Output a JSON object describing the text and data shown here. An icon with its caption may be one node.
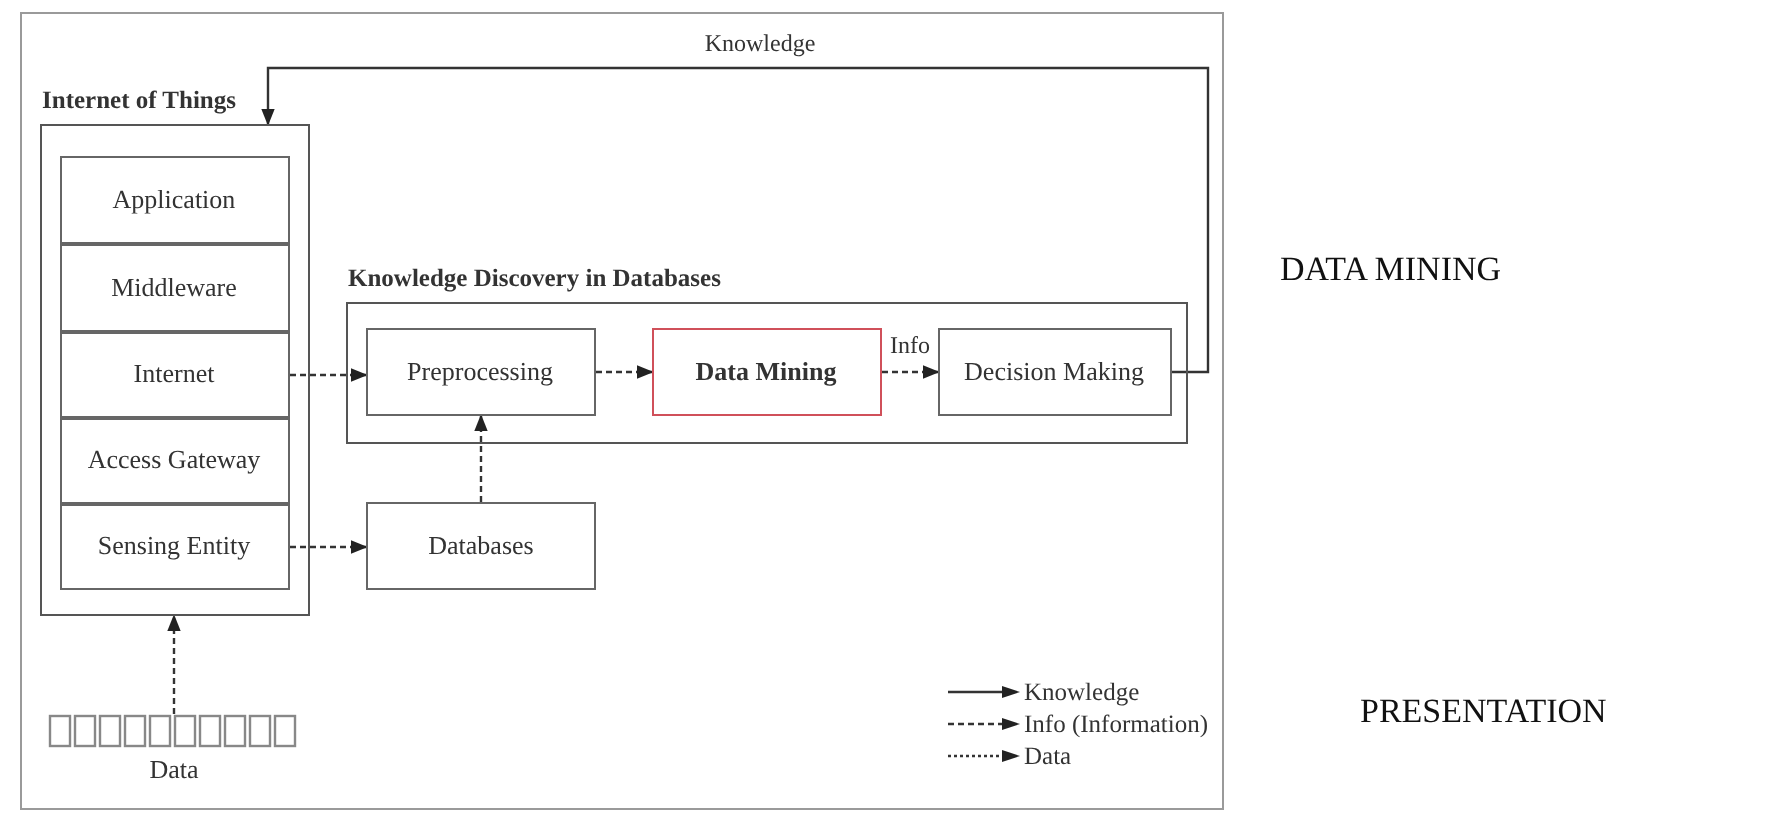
{
  "diagram": {
    "nodes": [
      {
        "text": [
          "Internet of Things"
        ]
      },
      {
        "text": [
          "Application"
        ],
        "in": 0
      },
      {
        "text": [
          "Middleware"
        ],
        "in": 0
      },
      {
        "text": [
          "Internet"
        ],
        "in": 0
      },
      {
        "text": [
          "Access Gateway"
        ],
        "in": 0
      },
      {
        "text": [
          "Sensing Entity"
        ],
        "in": 0
      },
      {
        "text": [
          "Knowledge Discovery in Databases"
        ]
      },
      {
        "text": [
          "Preprocessing"
        ],
        "in": 6
      },
      {
        "text": [
          "Data Mining"
        ],
        "in": 6
      },
      {
        "text": [
          "Decision Making"
        ],
        "in": 6
      },
      {
        "text": [
          "Databases"
        ]
      },
      {
        "text": [
          "Data"
        ]
      }
    ],
    "edges": [
      {
        "from": 9,
        "to": 0,
        "arrow": "to",
        "label": "Knowledge"
      },
      {
        "from": 3,
        "to": 7,
        "arrow": "to",
        "style": "dashed"
      },
      {
        "from": 7,
        "to": 8,
        "arrow": "to",
        "style": "dashed"
      },
      {
        "from": 8,
        "to": 9,
        "arrow": "to",
        "style": "dashed",
        "label": "Info"
      },
      {
        "from": 5,
        "to": 10,
        "arrow": "to",
        "style": "dashed"
      },
      {
        "from": 10,
        "to": 7,
        "arrow": "to",
        "style": "dashed"
      },
      {
        "from": 11,
        "to": 0,
        "arrow": "to",
        "style": "dashed"
      }
    ],
    "labels": [
      "DATA MINING",
      "PRESENTATION"
    ],
    "legend": [
      {
        "text": "Knowledge"
      },
      {
        "text": "Info (Information)"
      },
      {
        "text": "Data"
      }
    ]
  }
}
